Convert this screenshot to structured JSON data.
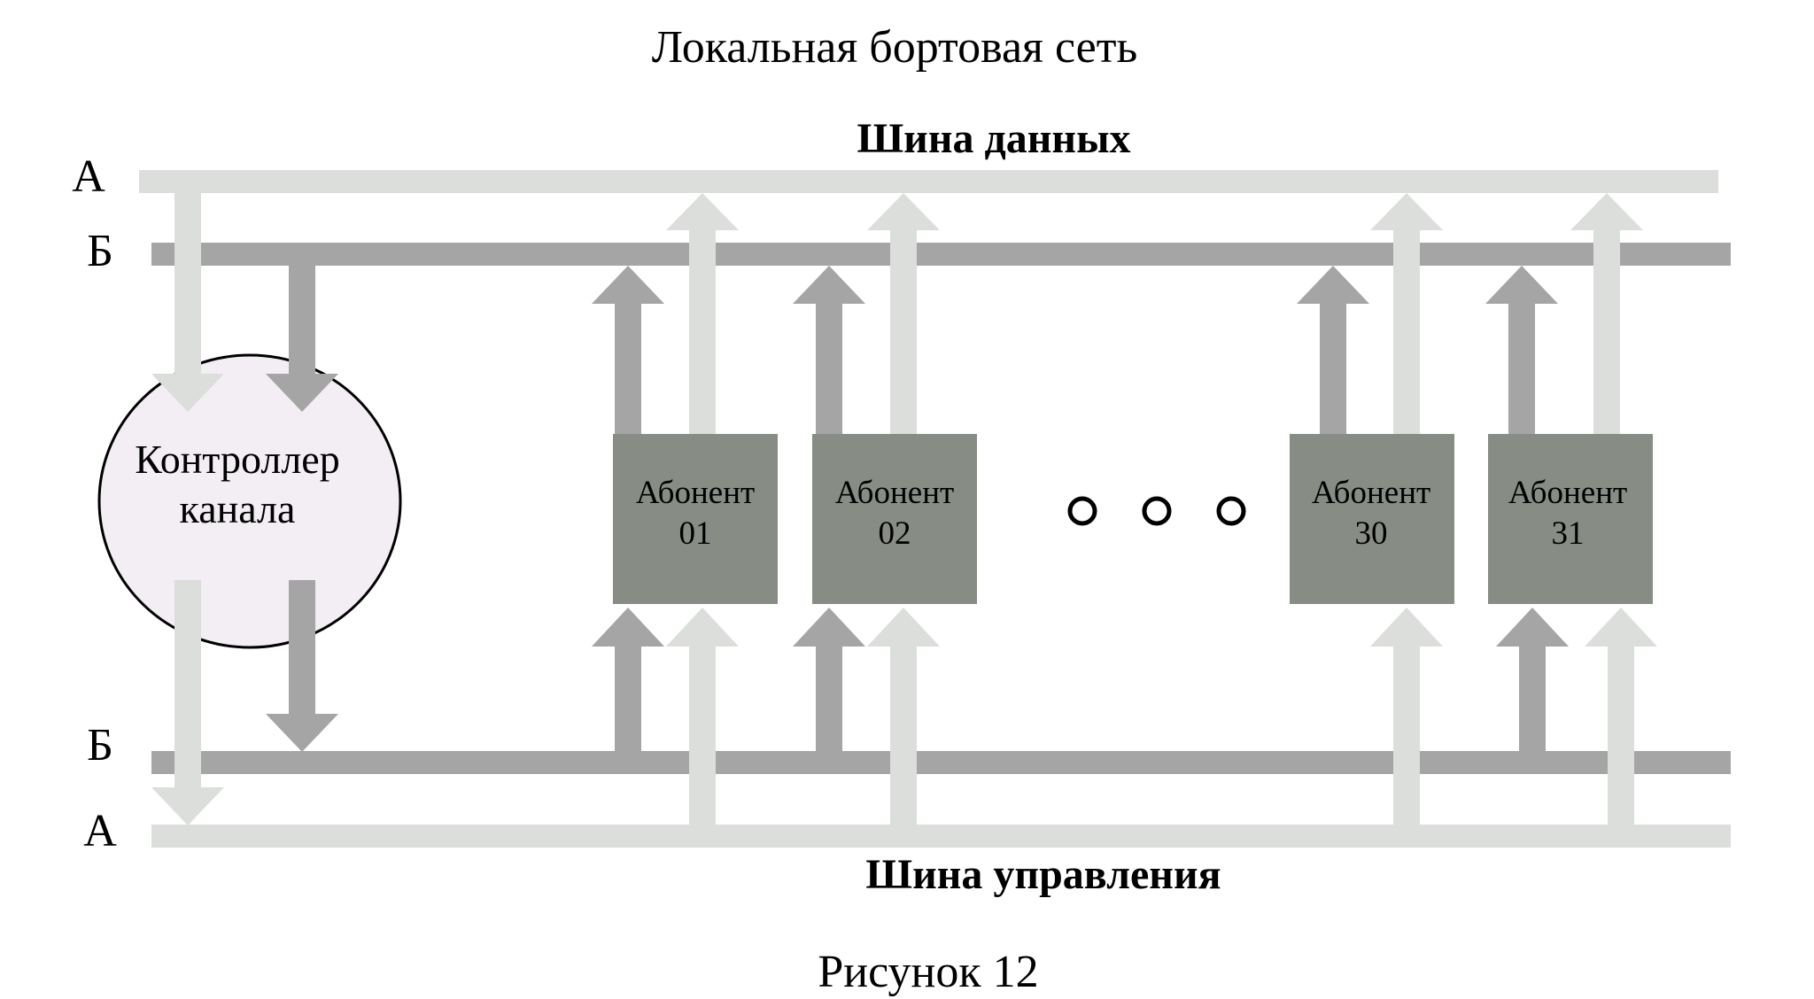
{
  "title": "Локальная бортовая сеть",
  "data_bus": {
    "label": "Шина данных",
    "line_a": "А",
    "line_b": "Б"
  },
  "control_bus": {
    "label": "Шина управления",
    "line_a": "А",
    "line_b": "Б"
  },
  "controller": {
    "line1": "Контроллер",
    "line2": "канала"
  },
  "subscribers": [
    {
      "line1": "Абонент",
      "line2": "01"
    },
    {
      "line1": "Абонент",
      "line2": "02"
    },
    {
      "line1": "Абонент",
      "line2": "30"
    },
    {
      "line1": "Абонент",
      "line2": "31"
    }
  ],
  "caption": "Рисунок 12",
  "colors": {
    "bus_a": "#dcdedb",
    "bus_b": "#a5a5a5",
    "subscriber_fill": "#878c84",
    "controller_fill": "#f3eef4"
  }
}
